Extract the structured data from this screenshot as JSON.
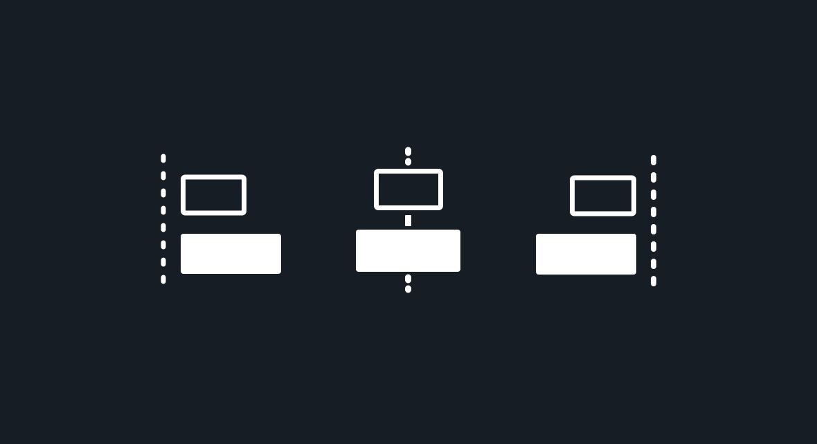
{
  "background_color": "#171d25",
  "foreground_color": "#ffffff",
  "icons": [
    {
      "name": "align-left-icon",
      "alignment": "left"
    },
    {
      "name": "align-center-icon",
      "alignment": "center"
    },
    {
      "name": "align-right-icon",
      "alignment": "right"
    }
  ]
}
